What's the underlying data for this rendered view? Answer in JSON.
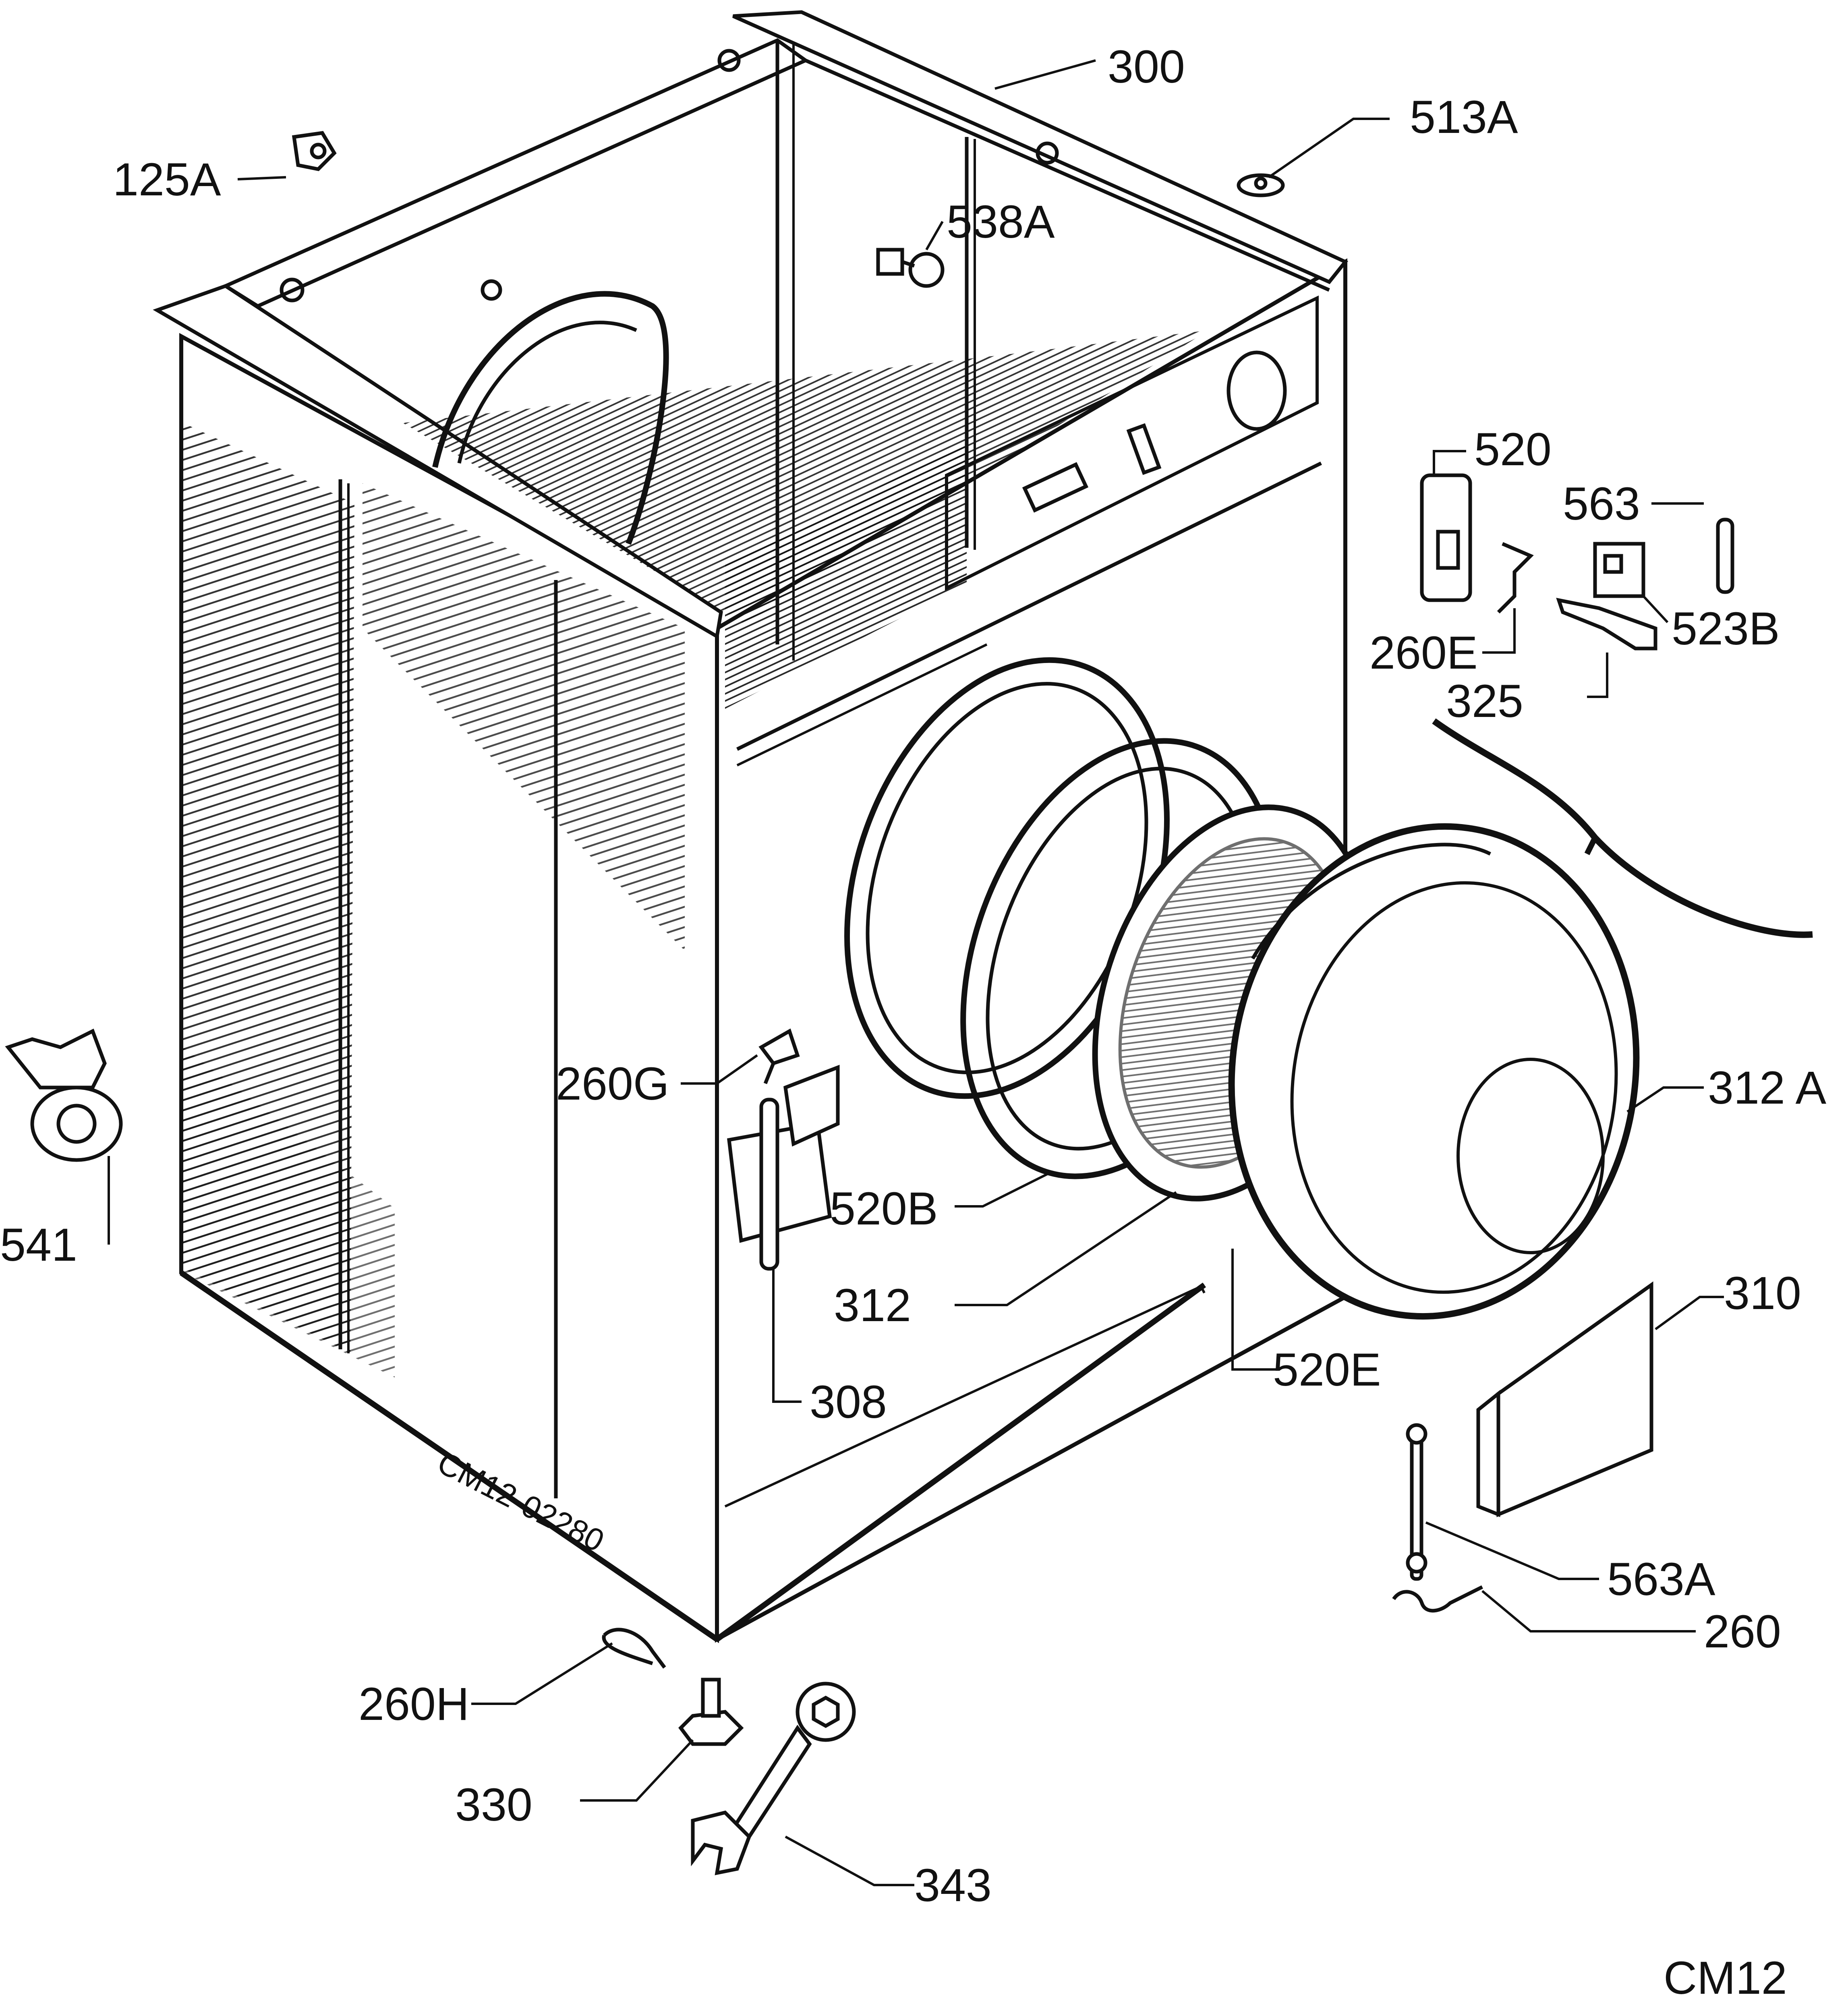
{
  "diagram": {
    "labels": {
      "p300": "300",
      "p513a": "513A",
      "p125a": "125A",
      "p538a": "538A",
      "p520": "520",
      "p563": "563",
      "p523b": "523B",
      "p260e": "260E",
      "p325": "325",
      "p541": "541",
      "p260g": "260G",
      "p312a": "312 A",
      "p520b": "520B",
      "p312": "312",
      "p310": "310",
      "p520e": "520E",
      "p308": "308",
      "p563a": "563A",
      "p260": "260",
      "p260h": "260H",
      "p330": "330",
      "p343": "343"
    },
    "drawing_code": "CM12-02280",
    "corner_code": "CM12"
  },
  "colors": {
    "ink": "#111111",
    "paper": "#ffffff"
  }
}
